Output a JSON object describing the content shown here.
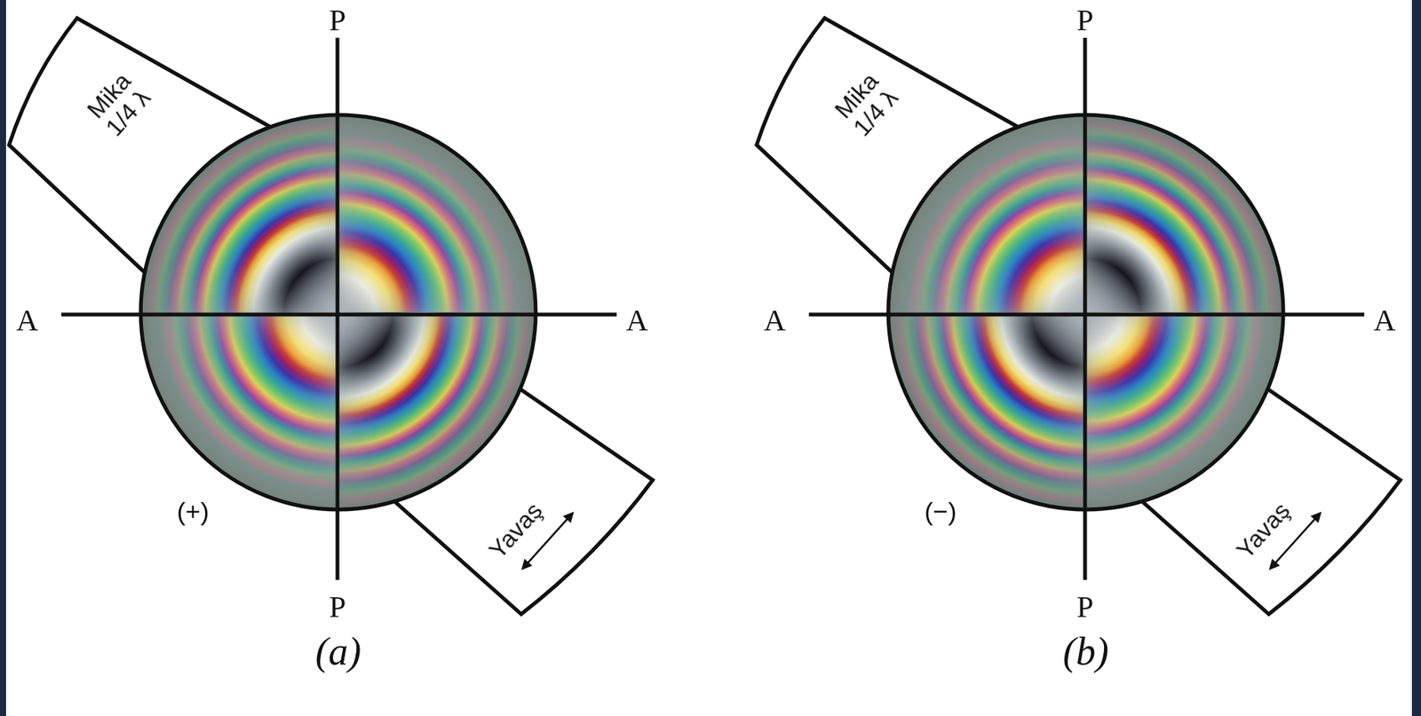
{
  "diagram": {
    "labels": [
      "P",
      "P",
      "A",
      "A",
      "Mika 1/4 λ",
      "Yavaş",
      "(+)",
      "(a)",
      "P",
      "P",
      "A",
      "A",
      "Mika 1/4 λ",
      "Yavaş",
      "(−)",
      "(b)"
    ]
  }
}
